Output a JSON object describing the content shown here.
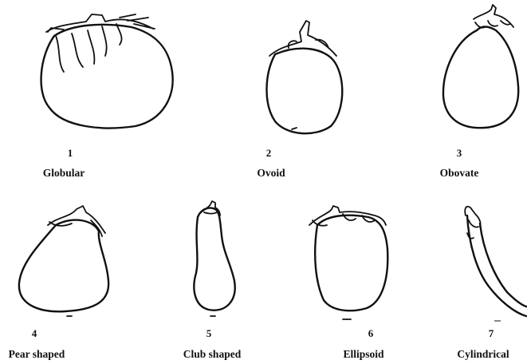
{
  "figure": {
    "items": [
      {
        "number": "1",
        "name": "Globular"
      },
      {
        "number": "2",
        "name": "Ovoid"
      },
      {
        "number": "3",
        "name": "Obovate"
      },
      {
        "number": "4",
        "name": "Pear shaped"
      },
      {
        "number": "5",
        "name": "Club shaped"
      },
      {
        "number": "6",
        "name": "Ellipsoid"
      },
      {
        "number": "7",
        "name": "Cylindrical"
      }
    ]
  }
}
